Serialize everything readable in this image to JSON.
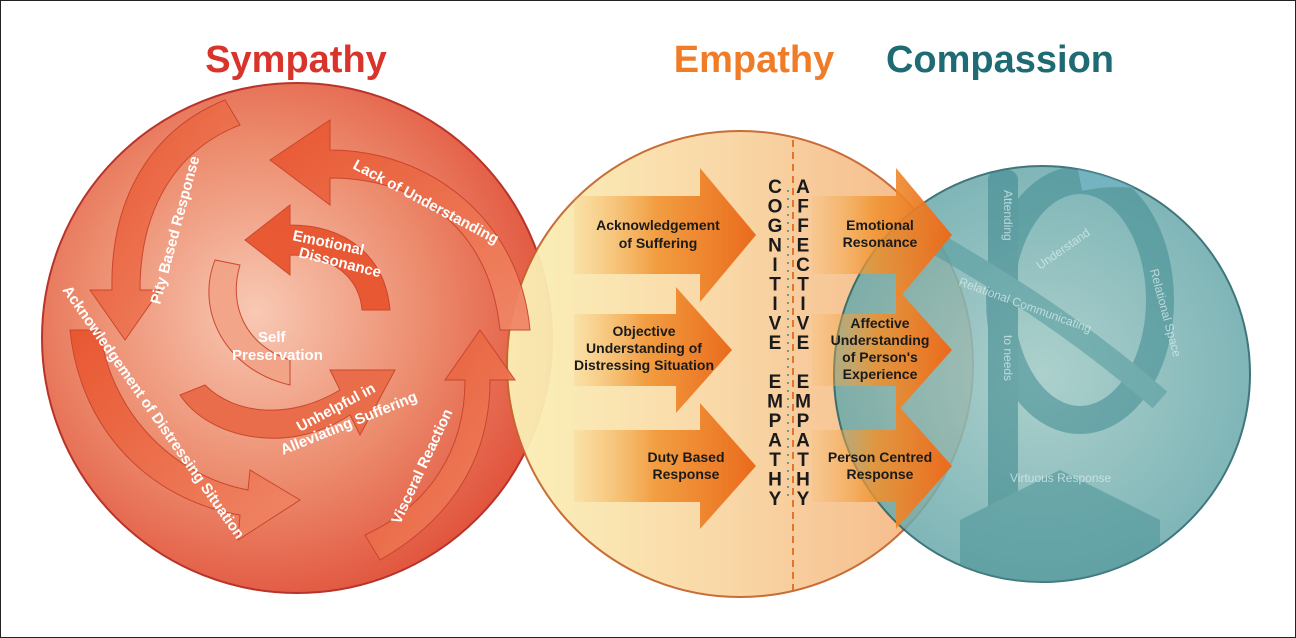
{
  "titles": {
    "sympathy": "Sympathy",
    "empathy": "Empathy",
    "compassion": "Compassion"
  },
  "colors": {
    "sympathy": "#d8342c",
    "empathy": "#f07c28",
    "compassion": "#1e6b73"
  },
  "sympathy": {
    "lack_of_understanding": "Lack of Understanding",
    "pity_based_response": "Pity Based Response",
    "acknowledgement_distressing": "Acknowledgement of Distressing Situation",
    "emotional_dissonance_1": "Emotional",
    "emotional_dissonance_2": "Dissonance",
    "self_preservation_1": "Self",
    "self_preservation_2": "Preservation",
    "unhelpful_1": "Unhelpful in",
    "unhelpful_2": "Alleviating Suffering",
    "visceral_reaction": "Visceral Reaction"
  },
  "empathy": {
    "ack_suffering_1": "Acknowledgement",
    "ack_suffering_2": "of Suffering",
    "objective_1": "Objective",
    "objective_2": "Understanding of",
    "objective_3": "Distressing Situation",
    "duty_1": "Duty Based",
    "duty_2": "Response",
    "cognitive_empathy": [
      "C",
      "O",
      "G",
      "N",
      "I",
      "T",
      "I",
      "V",
      "E",
      "",
      "E",
      "M",
      "P",
      "A",
      "T",
      "H",
      "Y"
    ],
    "affective_empathy": [
      "A",
      "F",
      "F",
      "E",
      "C",
      "T",
      "I",
      "V",
      "E",
      "",
      "E",
      "M",
      "P",
      "A",
      "T",
      "H",
      "Y"
    ],
    "emotional_resonance_1": "Emotional",
    "emotional_resonance_2": "Resonance",
    "affective_understanding_1": "Affective",
    "affective_understanding_2": "Understanding",
    "affective_understanding_3": "of Person's",
    "affective_understanding_4": "Experience",
    "person_centred_1": "Person Centred",
    "person_centred_2": "Response"
  },
  "compassion": {
    "attending": "Attending",
    "to_needs": "to needs",
    "understand": "Understand",
    "relational_communicating": "Relational Communicating",
    "relational_space": "Relational Space",
    "virtuous_response": "Virtuous Response"
  }
}
